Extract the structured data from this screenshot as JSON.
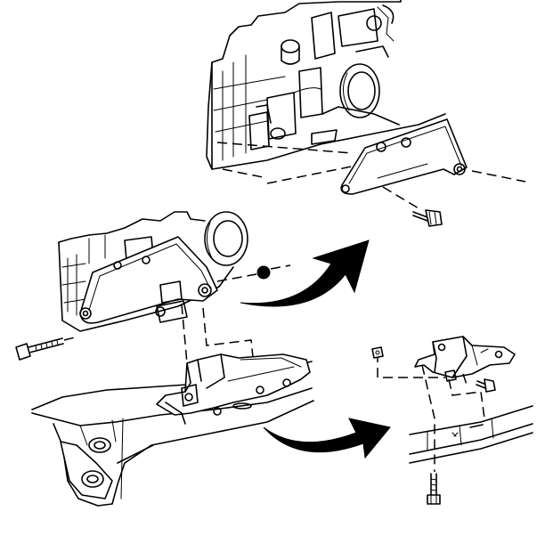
{
  "figure": {
    "views": [
      "engine-mount-removal-upper",
      "engine-mount-assembly-center",
      "mount-bracket-detail-lower"
    ],
    "arrows": [
      "upper-right-motion-arrow",
      "lower-right-motion-arrow"
    ],
    "colors": {
      "line": "#000000",
      "background": "#ffffff",
      "fill_gray": "#9a9a9a"
    }
  }
}
